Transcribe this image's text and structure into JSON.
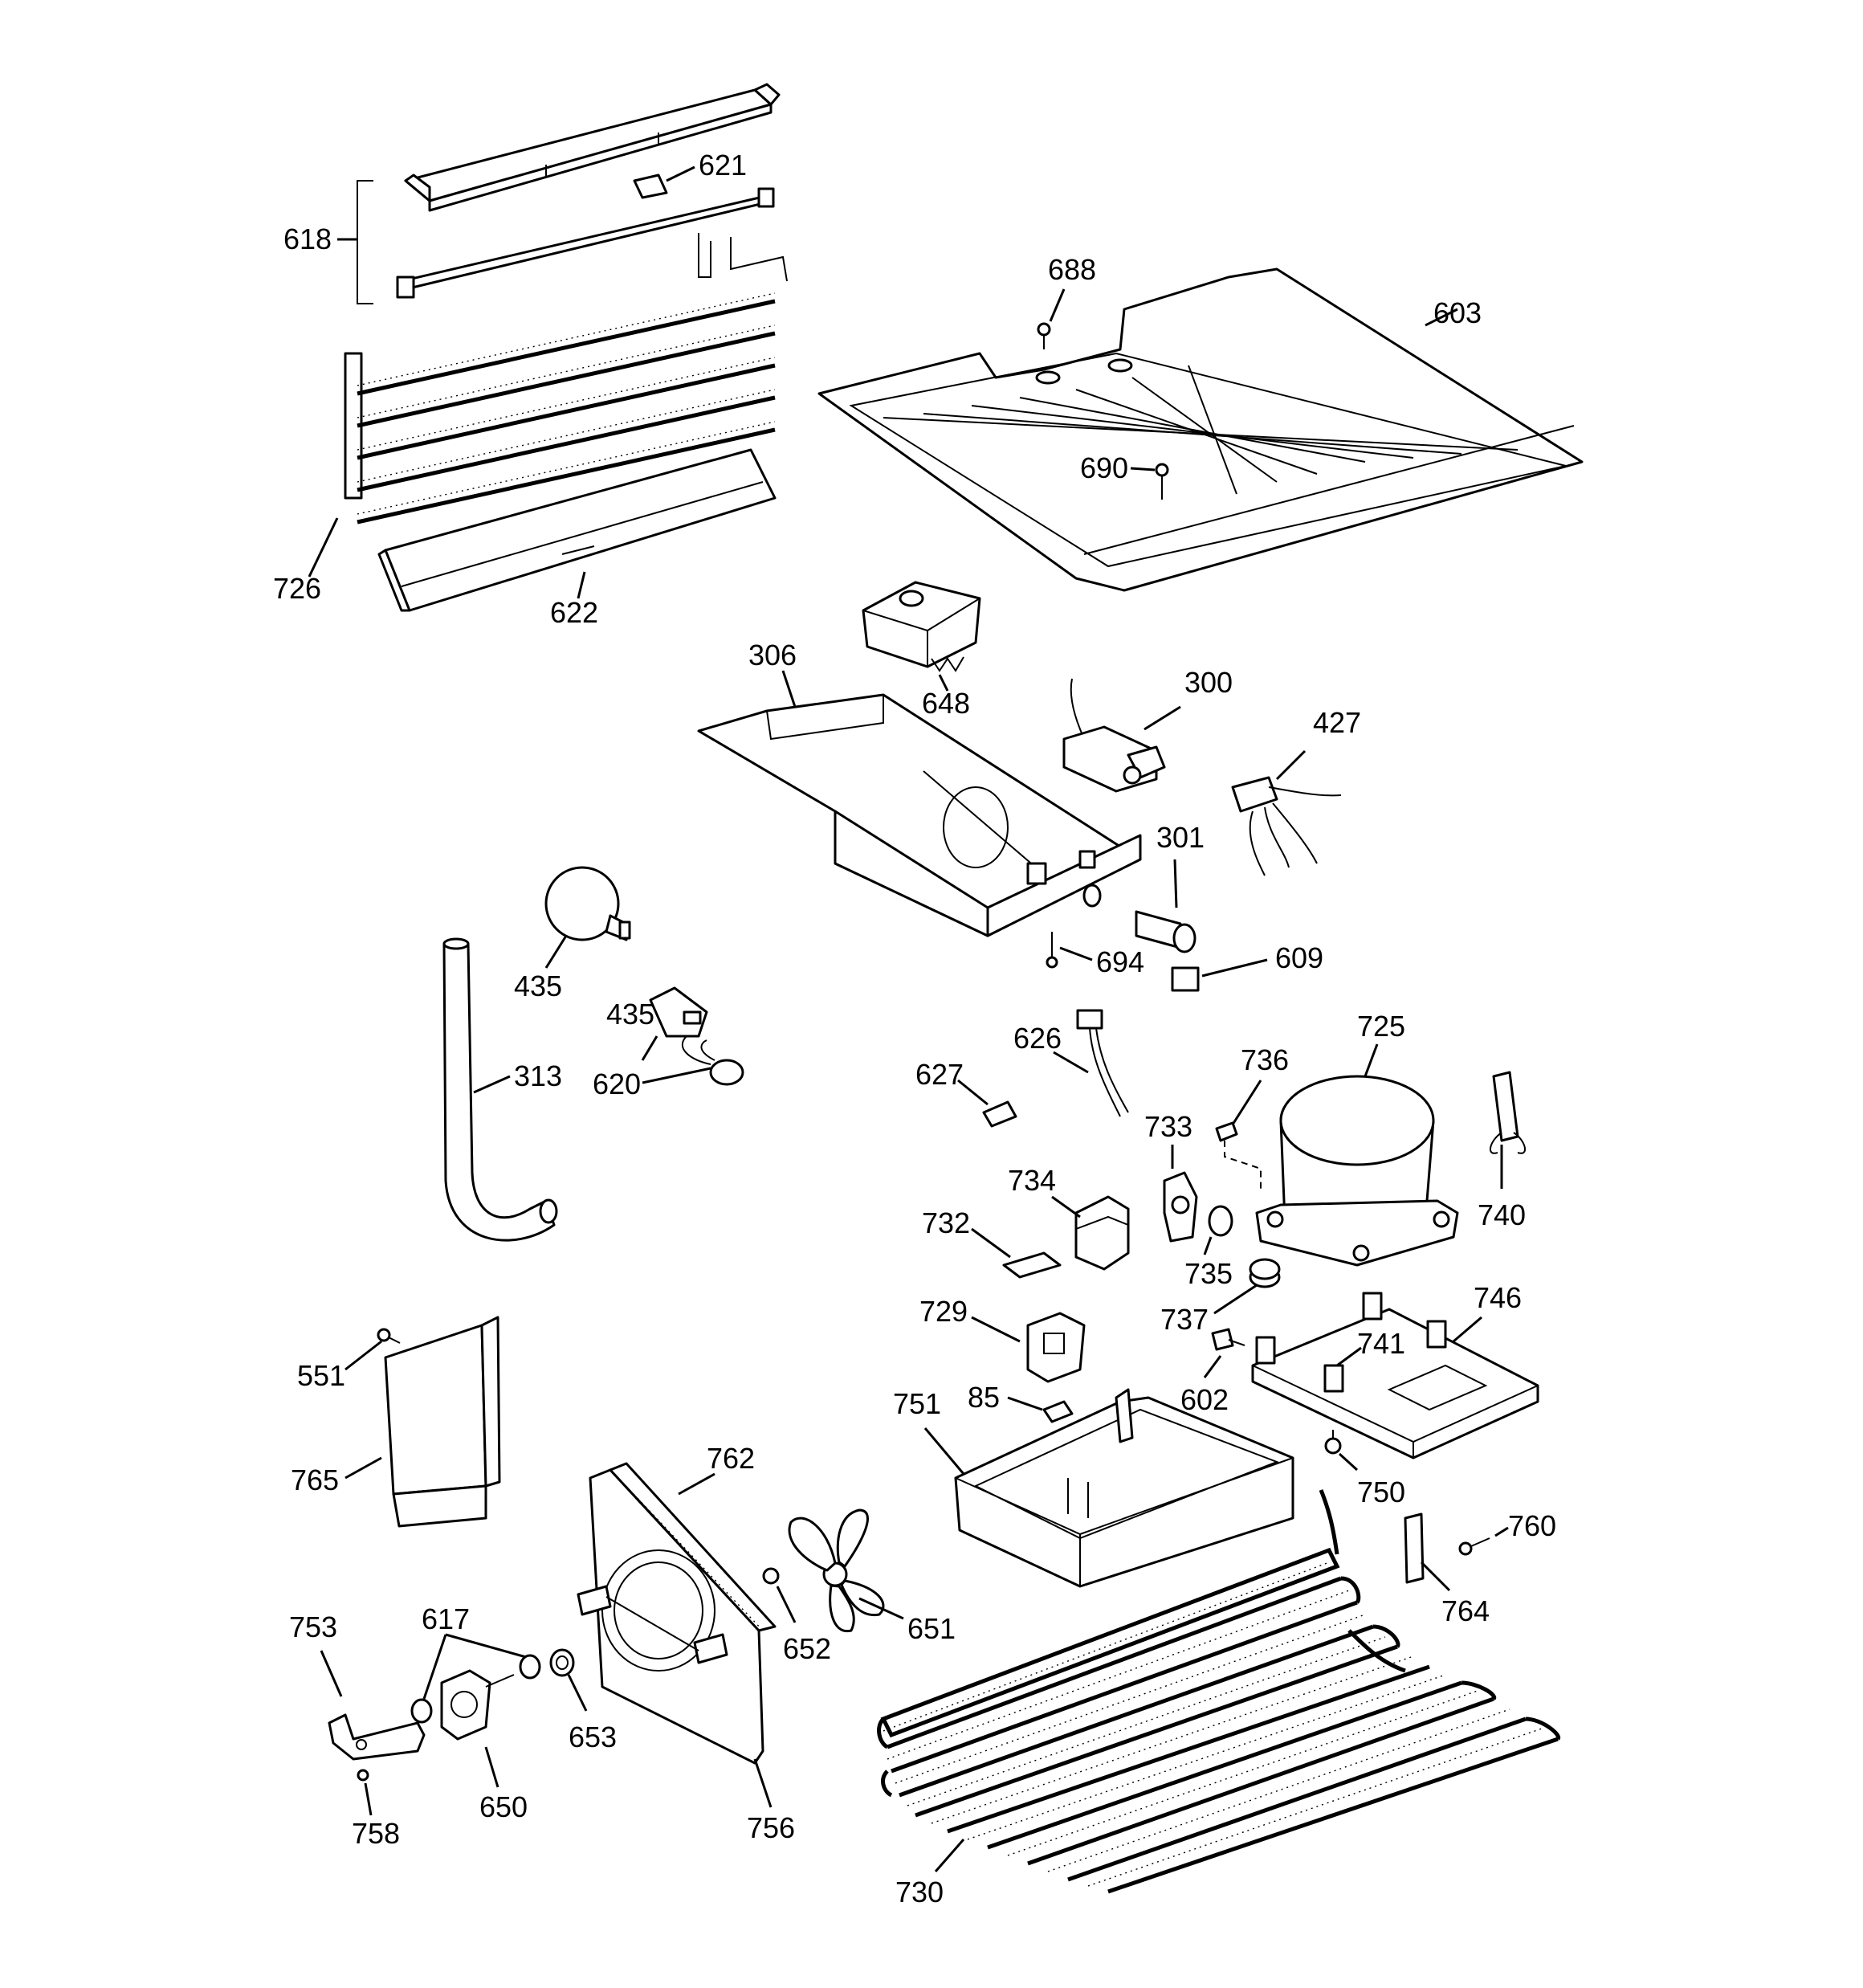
{
  "labels": {
    "l618": "618",
    "l621": "621",
    "l726": "726",
    "l622": "622",
    "l688": "688",
    "l603": "603",
    "l690": "690",
    "l306": "306",
    "l648": "648",
    "l300": "300",
    "l427": "427",
    "l301": "301",
    "l694": "694",
    "l609": "609",
    "l435a": "435",
    "l435b": "435",
    "l313": "313",
    "l620": "620",
    "l626": "626",
    "l627": "627",
    "l725": "725",
    "l736": "736",
    "l733": "733",
    "l734": "734",
    "l732": "732",
    "l735": "735",
    "l740": "740",
    "l737": "737",
    "l729": "729",
    "l746": "746",
    "l741": "741",
    "l602": "602",
    "l85": "85",
    "l751": "751",
    "l750": "750",
    "l760": "760",
    "l764": "764",
    "l551": "551",
    "l765": "765",
    "l762": "762",
    "l651": "651",
    "l652": "652",
    "l653": "653",
    "l617": "617",
    "l753": "753",
    "l650": "650",
    "l758": "758",
    "l756": "756",
    "l730": "730"
  },
  "colors": {
    "line": "#000000",
    "background": "#ffffff"
  }
}
